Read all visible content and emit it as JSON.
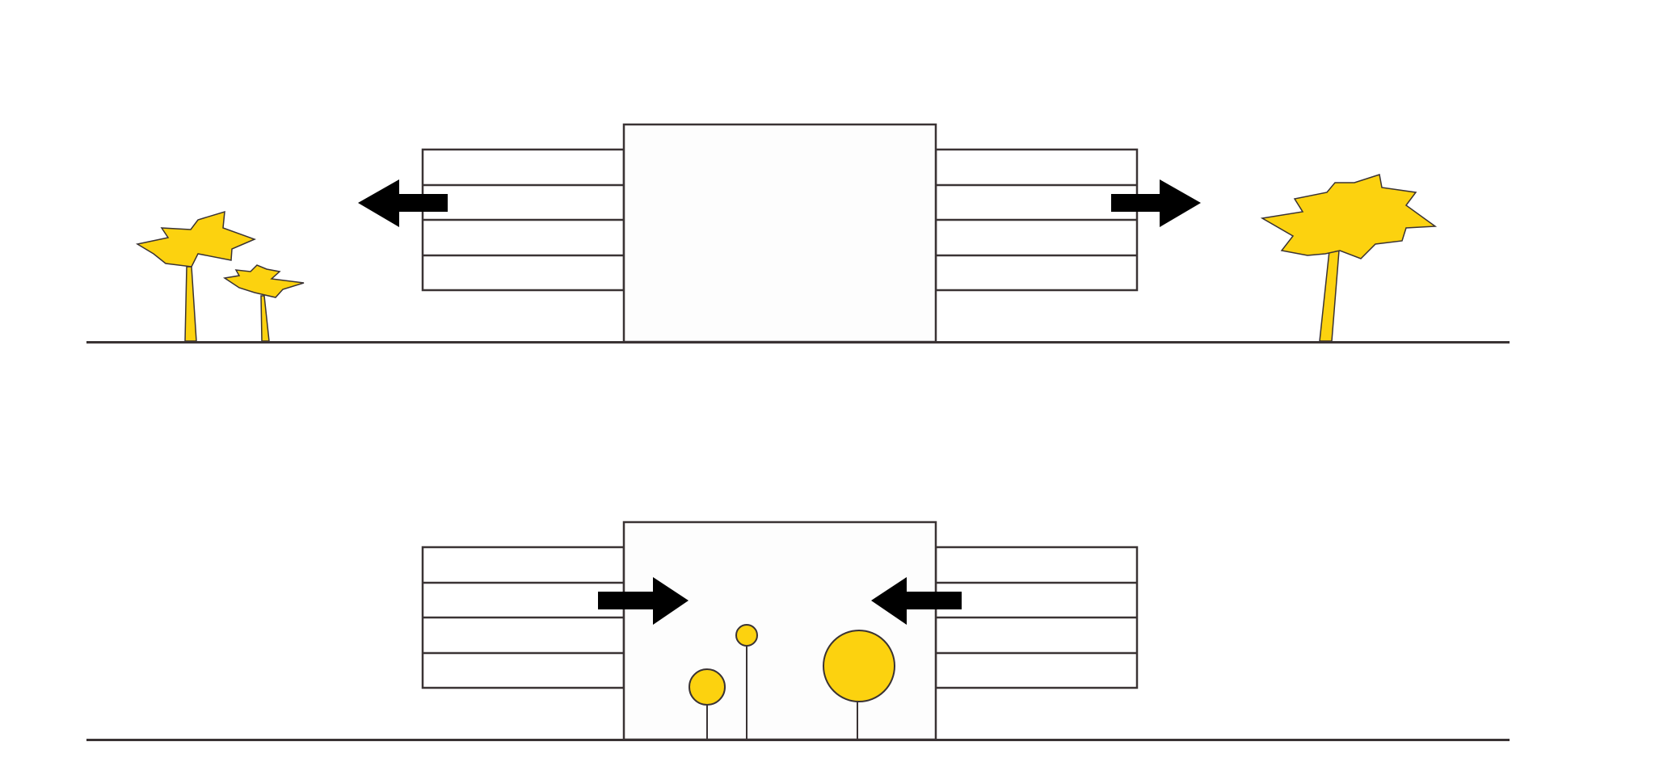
{
  "colors": {
    "background": "#ffffff",
    "line": "#3a3334",
    "arrow": "#000000",
    "tree_fill": "#fcd20f",
    "tree_stroke": "#3a3334",
    "block_fill": "#fdfdfd"
  },
  "panels": [
    {
      "id": "top",
      "label": "",
      "arrows": [
        "outward-left",
        "outward-right"
      ],
      "trees": [
        "spiky-tree-outside-left-large",
        "spiky-tree-outside-left-small",
        "spiky-tree-outside-right"
      ]
    },
    {
      "id": "bottom",
      "label": "",
      "arrows": [
        "inward-right",
        "inward-left"
      ],
      "trees": [
        "round-tree-inside-small",
        "round-tree-inside-tiny",
        "round-tree-inside-large"
      ]
    }
  ]
}
